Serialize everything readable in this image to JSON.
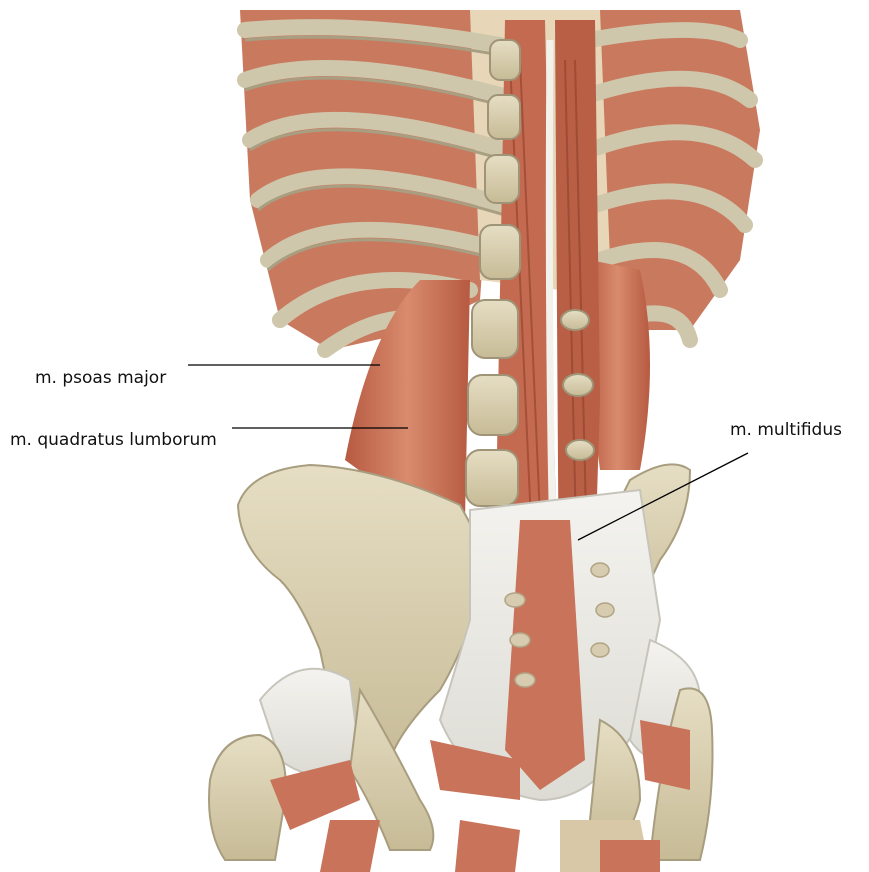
{
  "labels": {
    "psoas_major": "m. psoas major",
    "quadratus_lumborum": "m. quadratus lumborum",
    "multifidus": "m. multifidus"
  },
  "colors": {
    "bone": "#d9cfb0",
    "bone_shadow": "#b8ad8c",
    "muscle": "#c8735a",
    "muscle_dark": "#a9523c",
    "ligament": "#ecebe6",
    "leader_line": "#000000"
  }
}
